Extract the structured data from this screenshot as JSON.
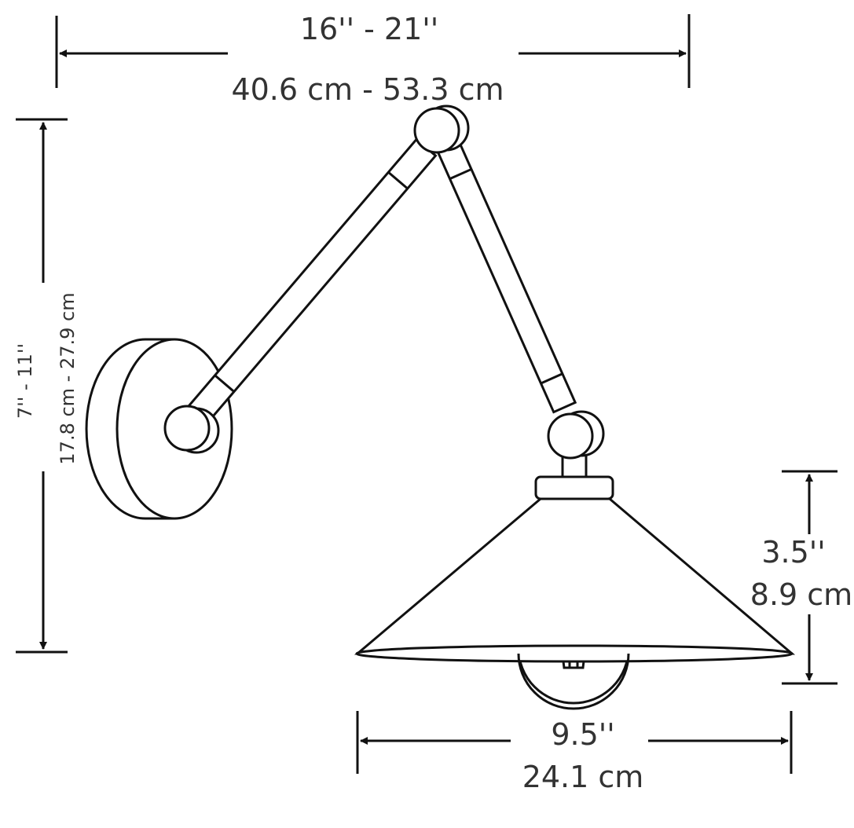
{
  "title": "Swing arm wall lamp dimensions",
  "dimensions": {
    "overall_width": {
      "imperial": "16'' - 21''",
      "metric": "40.6 cm - 53.3 cm"
    },
    "height": {
      "imperial": "7'' - 11''",
      "metric": "17.8 cm - 27.9 cm"
    },
    "shade_height": {
      "imperial": "3.5''",
      "metric": "8.9 cm"
    },
    "shade_diameter": {
      "imperial": "9.5''",
      "metric": "24.1 cm"
    }
  },
  "colors": {
    "line": "#111111",
    "text": "#333333",
    "background": "#ffffff"
  }
}
